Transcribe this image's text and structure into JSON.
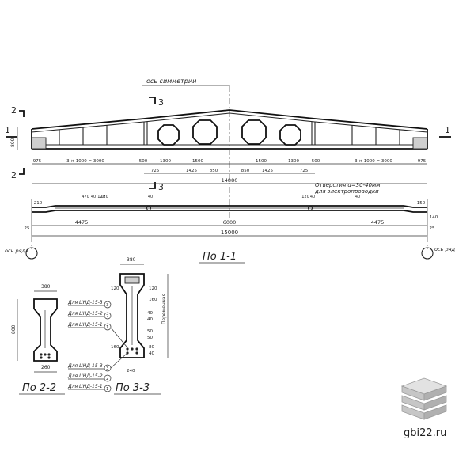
{
  "labels": {
    "symmetry_axis": "ось симметрии",
    "row_axis_left": "ось ряда",
    "row_axis_right": "ось ряда",
    "section_1_1": "По 1-1",
    "section_2_2": "По 2-2",
    "section_3_3": "По 3-3",
    "cut_1": "1",
    "cut_2": "2",
    "cut_3": "3",
    "holes_note_line1": "Отверстия d=30-40мм",
    "holes_note_line2": "для электропроводки",
    "website": "gbi22.ru"
  },
  "dimensions": {
    "top_row": [
      "975",
      "3 × 1000 = 3000",
      "500",
      "1300",
      "1500",
      "1500",
      "1300",
      "500",
      "3 × 1000 = 3000",
      "975"
    ],
    "mid_row": [
      "725",
      "1425",
      "850",
      "850",
      "1425",
      "725"
    ],
    "overall_inner": "14880",
    "bottom_row": [
      "4475",
      "6000",
      "4475"
    ],
    "overall": "15000",
    "height_left": "800",
    "end_small": [
      "210",
      "150"
    ],
    "end_bottom": [
      "25",
      "25"
    ],
    "end_right": [
      "140"
    ],
    "detail_marks": [
      "470",
      "40",
      "120",
      "40",
      "120",
      "40",
      "120",
      "40"
    ]
  },
  "section_2_2": {
    "width_top": "380",
    "height": "800",
    "width_bottom": "260"
  },
  "section_3_3": {
    "width_top": "380",
    "height_label": "Переменная",
    "dims": [
      "120",
      "160",
      "40",
      "40",
      "50",
      "50",
      "80",
      "40",
      "120",
      "160",
      "240"
    ],
    "callouts": [
      {
        "text": "Для ЦНД-15-3",
        "num": "3"
      },
      {
        "text": "Для ЦНД-15-2",
        "num": "2"
      },
      {
        "text": "Для ЦНД-15-1",
        "num": "1"
      },
      {
        "text": "Для ЦНД-15-3",
        "num": "3"
      },
      {
        "text": "Для ЦНД-15-2",
        "num": "2"
      },
      {
        "text": "Для ЦНД-15-1",
        "num": "1"
      }
    ]
  }
}
